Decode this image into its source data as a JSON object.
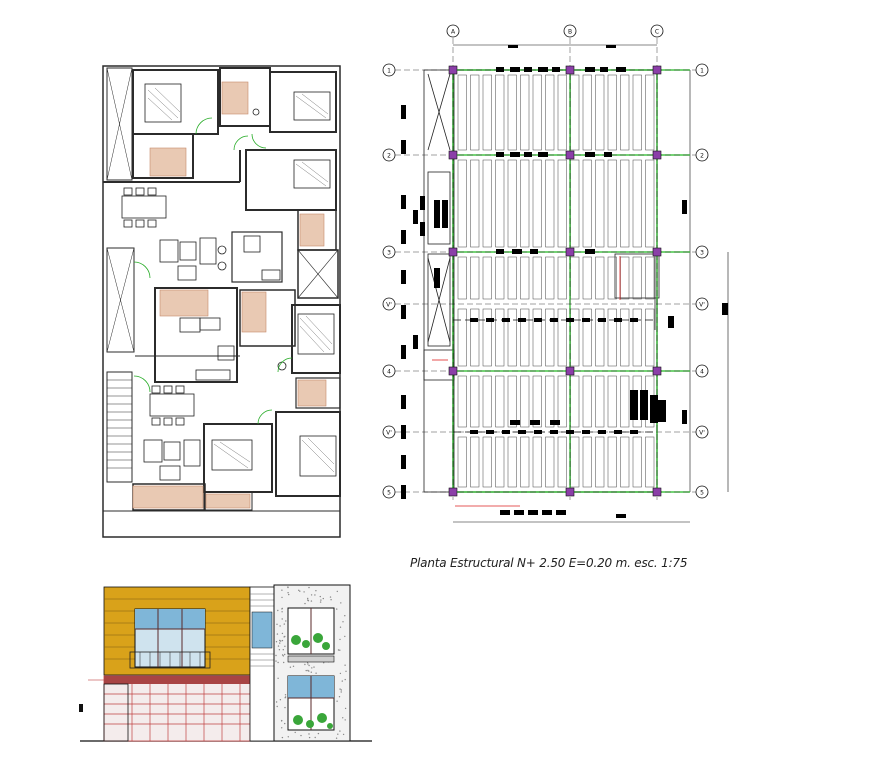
{
  "caption": "Planta Estructural N+ 2.50 E=0.20 m. esc. 1:75",
  "column_axes": [
    "A",
    "B",
    "C"
  ],
  "row_axes_left": [
    "1",
    "2",
    "3",
    "V'",
    "4",
    "V'",
    "5"
  ],
  "row_axes_right": [
    "1",
    "2",
    "3",
    "V'",
    "4",
    "V'",
    "5"
  ],
  "colors": {
    "line": "#111111",
    "wall": "#2b2b2b",
    "beam_green": "#22bb22",
    "red": "#dd2222",
    "column_purple": "#8b3fa8",
    "facade_yellow": "#d9a21a",
    "glass_blue": "#7fb6d8",
    "plant_green": "#3aa63a",
    "hatch": "#c58a6a"
  },
  "icons": [
    "floor-plan-drawing",
    "structural-slab-plan",
    "front-elevation-drawing"
  ]
}
